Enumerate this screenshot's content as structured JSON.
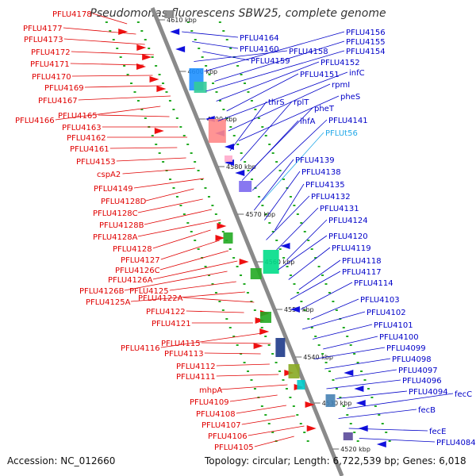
{
  "title": "Pseudomonas fluorescens SBW25, complete genome",
  "accession": "Accession: NC_012660",
  "topology": "Topology: circular; Length: 6,722,539 bp; Genes: 6,018",
  "colors": {
    "left_labels": "#e00000",
    "right_labels": "#0000c8",
    "trna_label": "#22a8e8",
    "backbone": "#8a8a8a",
    "dots": "#22aa22"
  },
  "kbp_labels": [
    "4610 kbp",
    "4600 kbp",
    "4590 kbp",
    "4580 kbp",
    "4570 kbp",
    "4560 kbp",
    "4550 kbp",
    "4540 kbp",
    "4530 kbp",
    "4520 kbp"
  ],
  "left_genes": [
    "PFLU4178",
    "PFLU4177",
    "PFLU4173",
    "PFLU4172",
    "PFLU4171",
    "PFLU4170",
    "PFLU4169",
    "PFLU4167",
    "PFLU4166",
    "PFLU4165",
    "PFLU4163",
    "PFLU4162",
    "PFLU4161",
    "PFLU4153",
    "cspA2",
    "PFLU4149",
    "PFLU4128D",
    "PFLU4128C",
    "PFLU4128B",
    "PFLU4128A",
    "PFLU4128",
    "PFLU4127",
    "PFLU4126C",
    "PFLU4126A",
    "PFLU4126B",
    "PFLU4125",
    "PFLU4125A",
    "PFLU4122A",
    "PFLU4122",
    "PFLU4121",
    "PFLU4116",
    "PFLU4115",
    "PFLU4113",
    "PFLU4112",
    "PFLU4111",
    "mhpA",
    "PFLU4109",
    "PFLU4108",
    "PFLU4107",
    "PFLU4106",
    "PFLU4105"
  ],
  "right_genes": [
    "PFLU4164",
    "PFLU4160",
    "PFLU4159",
    "PFLU4158",
    "PFLU4156",
    "PFLU4155",
    "PFLU4154",
    "PFLU4152",
    "PFLU4151",
    "infC",
    "rpmI",
    "pheS",
    "thrS",
    "rplT",
    "pheT",
    "ihfA",
    "PFLU4141",
    "PFLUt56",
    "PFLU4139",
    "PFLU4138",
    "PFLU4135",
    "PFLU4132",
    "PFLU4131",
    "PFLU4124",
    "PFLU4120",
    "PFLU4119",
    "PFLU4118",
    "PFLU4117",
    "PFLU4114",
    "PFLU4103",
    "PFLU4102",
    "PFLU4101",
    "PFLU4100",
    "PFLU4099",
    "PFLU4098",
    "PFLU4097",
    "PFLU4096",
    "PFLU4094",
    "fecC",
    "fecB",
    "fecE",
    "PFLU4084"
  ],
  "trna_gene": "PFLUt56"
}
